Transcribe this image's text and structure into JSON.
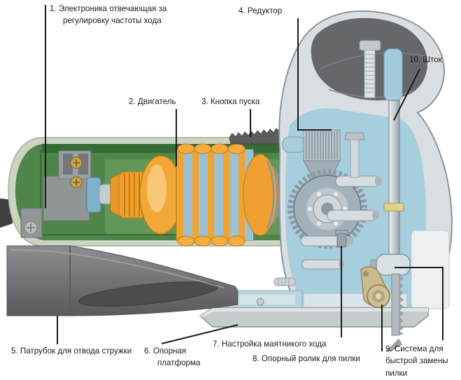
{
  "labels": [
    {
      "id": "1",
      "text": "1. Электроника отвечающая за регулировку частоты хода"
    },
    {
      "id": "2",
      "text": "2. Двигатель"
    },
    {
      "id": "3",
      "text": "3. Кнопка пуска"
    },
    {
      "id": "4",
      "text": "4. Редуктор"
    },
    {
      "id": "5",
      "text": "5. Патрубок для отвода стружки"
    },
    {
      "id": "6",
      "text": "6. Опорная платформа"
    },
    {
      "id": "7",
      "text": "7. Настройка маятникого хода"
    },
    {
      "id": "8",
      "text": "8. Опорный ролик для пилки"
    },
    {
      "id": "9",
      "text": "9. Система для быстрой замены пилки"
    },
    {
      "id": "10",
      "text": "10. Шток"
    }
  ],
  "colors": {
    "background": "#ffffff",
    "label_text": "#1c1c1c",
    "callout_line": "#1b1b1b",
    "body_shell": "#ccd3c0",
    "body_interior_green": "#4f8549",
    "motor_orange": "#f0a430",
    "lamination_blue": "#9cc0d0",
    "head_shell": "#d9dee2",
    "head_interior_blue": "#a6cedd",
    "handle_interior": "#65676b",
    "nozzle_gray": "#6b6b70",
    "platform_gray": "#c6cbcb",
    "roller_brass": "#cfc298",
    "metal_light": "#d5dde1"
  }
}
